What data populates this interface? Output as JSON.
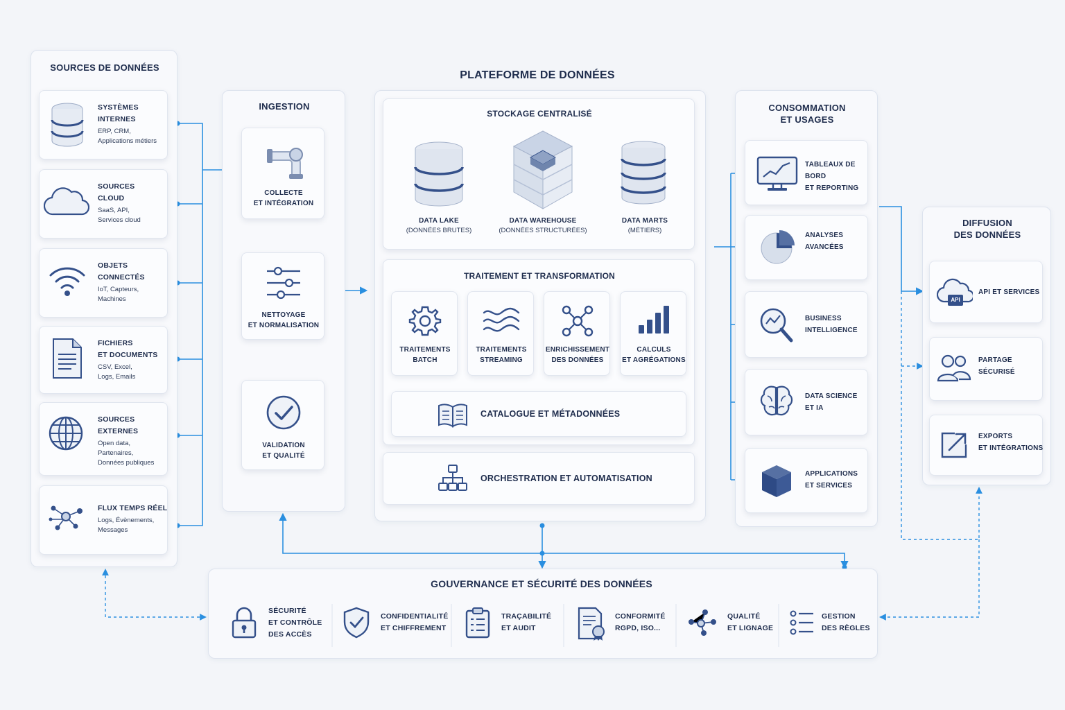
{
  "sources": {
    "title": "SOURCES DE DONNÉES",
    "items": [
      {
        "title1": "SYSTÈMES",
        "title2": "INTERNES",
        "sub": [
          "ERP, CRM,",
          "Applications métiers"
        ]
      },
      {
        "title1": "SOURCES",
        "title2": "CLOUD",
        "sub": [
          "SaaS, API,",
          "Services cloud"
        ]
      },
      {
        "title1": "OBJETS",
        "title2": "CONNECTÉS",
        "sub": [
          "IoT, Capteurs,",
          "Machines"
        ]
      },
      {
        "title1": "FICHIERS",
        "title2": "ET DOCUMENTS",
        "sub": [
          "CSV, Excel,",
          "Logs, Emails"
        ]
      },
      {
        "title1": "SOURCES",
        "title2": "EXTERNES",
        "sub": [
          "Open data,",
          "Partenaires,",
          "Données publiques"
        ]
      },
      {
        "title1": "FLUX TEMPS RÉEL",
        "title2": "",
        "sub": [
          "Logs, Évènements,",
          "Messages"
        ]
      }
    ]
  },
  "platform": {
    "title": "PLATEFORME DE DONNÉES"
  },
  "ingestion": {
    "title": "INGESTION",
    "items": [
      {
        "l1": "COLLECTE",
        "l2": "ET INTÉGRATION"
      },
      {
        "l1": "NETTOYAGE",
        "l2": "ET NORMALISATION"
      },
      {
        "l1": "VALIDATION",
        "l2": "ET QUALITÉ"
      }
    ]
  },
  "storage": {
    "title": "STOCKAGE CENTRALISÉ",
    "items": [
      {
        "l1": "DATA LAKE",
        "l2": "(DONNÉES BRUTES)"
      },
      {
        "l1": "DATA WAREHOUSE",
        "l2": "(DONNÉES STRUCTURÉES)"
      },
      {
        "l1": "DATA MARTS",
        "l2": "(MÉTIERS)"
      }
    ]
  },
  "processing": {
    "title": "TRAITEMENT ET TRANSFORMATION",
    "items": [
      {
        "l1": "TRAITEMENTS",
        "l2": "BATCH"
      },
      {
        "l1": "TRAITEMENTS",
        "l2": "STREAMING"
      },
      {
        "l1": "ENRICHISSEMENT",
        "l2": "DES DONNÉES"
      },
      {
        "l1": "CALCULS",
        "l2": "ET AGRÉGATIONS"
      }
    ],
    "catalog": "CATALOGUE ET MÉTADONNÉES",
    "orchestration": "ORCHESTRATION ET AUTOMATISATION"
  },
  "consumption": {
    "title1": "CONSOMMATION",
    "title2": "ET USAGES",
    "items": [
      {
        "l1": "TABLEAUX DE BORD",
        "l2": "ET REPORTING"
      },
      {
        "l1": "ANALYSES",
        "l2": "AVANCÉES"
      },
      {
        "l1": "BUSINESS",
        "l2": "INTELLIGENCE"
      },
      {
        "l1": "DATA SCIENCE",
        "l2": "ET IA"
      },
      {
        "l1": "APPLICATIONS",
        "l2": "ET SERVICES"
      }
    ]
  },
  "diffusion": {
    "title1": "DIFFUSION",
    "title2": "DES DONNÉES",
    "items": [
      {
        "l1": "API ET SERVICES",
        "l2": ""
      },
      {
        "l1": "PARTAGE",
        "l2": "SÉCURISÉ"
      },
      {
        "l1": "EXPORTS",
        "l2": "ET INTÉGRATIONS"
      }
    ],
    "api_badge": "API"
  },
  "governance": {
    "title": "GOUVERNANCE ET SÉCURITÉ DES DONNÉES",
    "items": [
      {
        "l1": "SÉCURITÉ",
        "l2": "ET CONTRÔLE",
        "l3": "DES ACCÈS"
      },
      {
        "l1": "CONFIDENTIALITÉ",
        "l2": "ET CHIFFREMENT",
        "l3": ""
      },
      {
        "l1": "TRAÇABILITÉ",
        "l2": "ET AUDIT",
        "l3": ""
      },
      {
        "l1": "CONFORMITÉ",
        "l2": "RGPD, ISO...",
        "l3": ""
      },
      {
        "l1": "QUALITÉ",
        "l2": "ET LIGNAGE",
        "l3": ""
      },
      {
        "l1": "GESTION",
        "l2": "DES RÈGLES",
        "l3": ""
      }
    ]
  },
  "colors": {
    "accent": "#2a8fe0",
    "icon_dark": "#34508a",
    "icon_light": "#c9d4e6",
    "text": "#1f2d4d"
  }
}
